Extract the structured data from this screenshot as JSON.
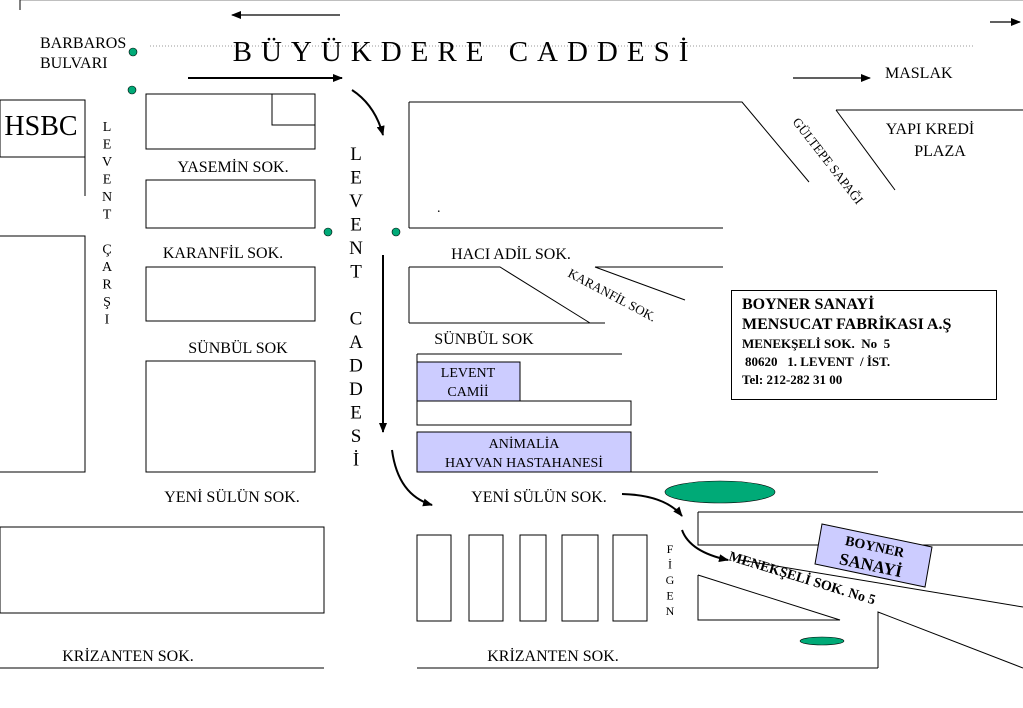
{
  "colors": {
    "ink": "#000000",
    "building_fill": "#ccccff",
    "green_marker": "#00aa77",
    "label_border": "#000000"
  },
  "labels": {
    "main_street": "BÜYÜKDERE CADDESİ",
    "barbaros_1": "BARBAROS",
    "barbaros_2": "BULVARI",
    "maslak": "MASLAK",
    "hsbc": "HSBC",
    "yapi_kredi_1": "YAPI KREDİ",
    "yapi_kredi_2": "PLAZA",
    "gultepe": "GÜLTEPE SAPAĞI",
    "yasemin": "YASEMİN SOK.",
    "karanfil_left": "KARANFİL SOK.",
    "sunbul_left": "SÜNBÜL SOK",
    "yeni_sulun_left": "YENİ SÜLÜN SOK.",
    "krizanten_left": "KRİZANTEN SOK.",
    "haci_adil": "HACI ADİL SOK.",
    "karanfil_right": "KARANFİL SOK.",
    "sunbul_right": "SÜNBÜL SOK",
    "yeni_sulun_right": "YENİ SÜLÜN SOK.",
    "krizanten_right": "KRİZANTEN SOK.",
    "menekseli": "MENEKŞELİ SOK. No 5",
    "levent_carsi": [
      "L",
      "E",
      "V",
      "E",
      "N",
      "T",
      "",
      "Ç",
      "A",
      "R",
      "Ş",
      "I"
    ],
    "levent_caddesi": [
      "L",
      "E",
      "V",
      "E",
      "N",
      "T",
      "",
      "C",
      "A",
      "D",
      "D",
      "E",
      "S",
      "İ"
    ],
    "figen": [
      "F",
      "İ",
      "G",
      "E",
      "N"
    ],
    "dot": "."
  },
  "buildings": {
    "levent_camii_1": "LEVENT",
    "levent_camii_2": "CAMİİ",
    "animalia_1": "ANİMALİA",
    "animalia_2": "HAYVAN  HASTAHANESİ",
    "boyner_1": "BOYNER",
    "boyner_2": "SANAYİ"
  },
  "address_box": {
    "line1": "BOYNER SANAYİ",
    "line2": "MENSUCAT FABRİKASI A.Ş",
    "line3": "MENEKŞELİ SOK.  No  5",
    "line4": "80620   1. LEVENT  / İST.",
    "line5": "Tel: 212-282 31 00"
  }
}
